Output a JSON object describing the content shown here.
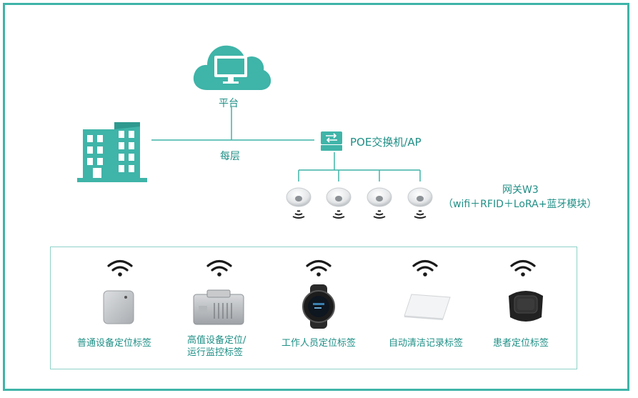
{
  "diagram": {
    "platform_label": "平台",
    "floor_label": "每层",
    "switch_label": "POE交换机/AP",
    "gateway_title": "网关W3",
    "gateway_subtitle": "（wifi＋RFID＋LoRA+蓝牙模块）",
    "devices": [
      {
        "label_line1": "普通设备定位标签",
        "label_line2": ""
      },
      {
        "label_line1": "高值设备定位/",
        "label_line2": "运行监控标签"
      },
      {
        "label_line1": "工作人员定位标签",
        "label_line2": ""
      },
      {
        "label_line1": "自动清洁记录标签",
        "label_line2": ""
      },
      {
        "label_line1": "患者定位标签",
        "label_line2": ""
      }
    ]
  },
  "colors": {
    "accent": "#3fb4a8",
    "text": "#1f8f86"
  }
}
